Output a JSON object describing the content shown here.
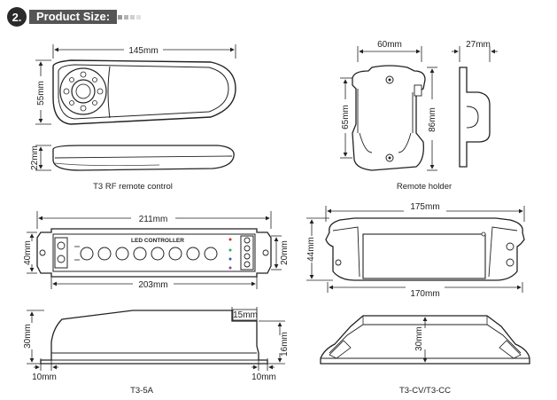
{
  "section": {
    "number": "2.",
    "title": "Product Size:"
  },
  "remote": {
    "width": "145mm",
    "height": "55mm",
    "thickness": "22mm",
    "caption": "T3 RF remote control"
  },
  "holder": {
    "width": "60mm",
    "depth": "27mm",
    "inner_height": "65mm",
    "height": "86mm",
    "caption": "Remote holder"
  },
  "t35a": {
    "total_length": "211mm",
    "body_length": "203mm",
    "height": "40mm",
    "terminal_height": "20mm",
    "panel_text": "LED CONTROLLER",
    "side_height": "30mm",
    "top_step": "15mm",
    "lip_height": "16mm",
    "left_foot": "10mm",
    "right_foot": "10mm",
    "caption": "T3-5A"
  },
  "t3cv": {
    "total_length": "175mm",
    "body_length": "170mm",
    "height": "44mm",
    "side_height": "30mm",
    "caption": "T3-CV/T3-CC"
  }
}
